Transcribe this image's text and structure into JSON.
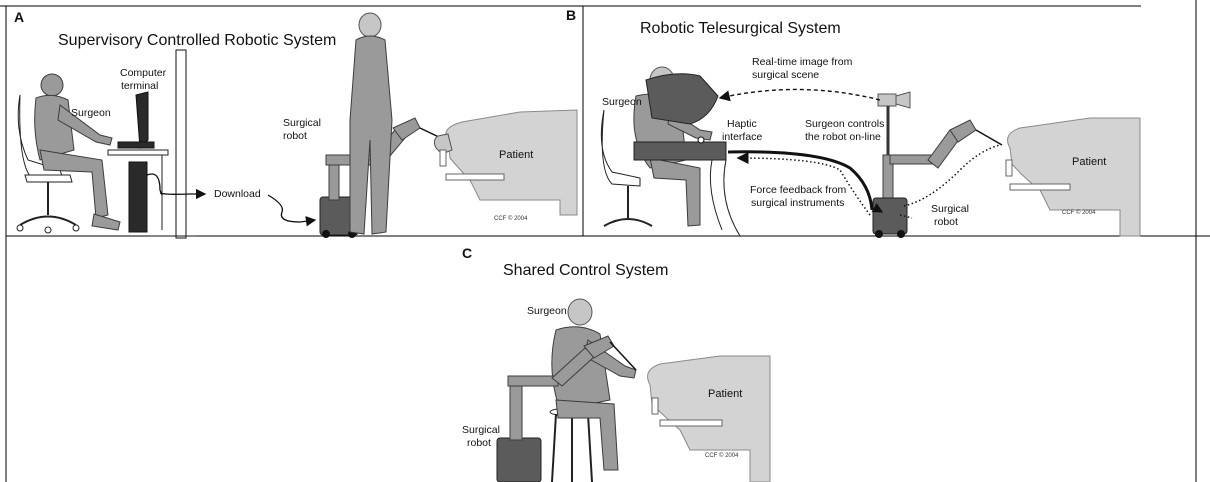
{
  "panels": {
    "a": {
      "letter": "A",
      "title": "Supervisory Controlled Robotic System",
      "labels": {
        "computer_terminal_1": "Computer",
        "computer_terminal_2": "terminal",
        "surgeon": "Surgeon",
        "surgical_robot_1": "Surgical",
        "surgical_robot_2": "robot",
        "download": "Download",
        "patient": "Patient"
      },
      "copyright": "CCF © 2004"
    },
    "b": {
      "letter": "B",
      "title": "Robotic Telesurgical System",
      "labels": {
        "surgeon": "Surgeon",
        "realtime_1": "Real-time image from",
        "realtime_2": "surgical scene",
        "haptic_1": "Haptic",
        "haptic_2": "interface",
        "controls_1": "Surgeon controls",
        "controls_2": "the robot on-line",
        "force_1": "Force feedback from",
        "force_2": "surgical instruments",
        "surgical_robot_1": "Surgical",
        "surgical_robot_2": "robot",
        "patient": "Patient"
      },
      "copyright": "CCF © 2004"
    },
    "c": {
      "letter": "C",
      "title": "Shared Control System",
      "labels": {
        "surgeon": "Surgeon",
        "patient": "Patient",
        "surgical_robot_1": "Surgical",
        "surgical_robot_2": "robot"
      },
      "copyright": "CCF © 2004"
    }
  }
}
